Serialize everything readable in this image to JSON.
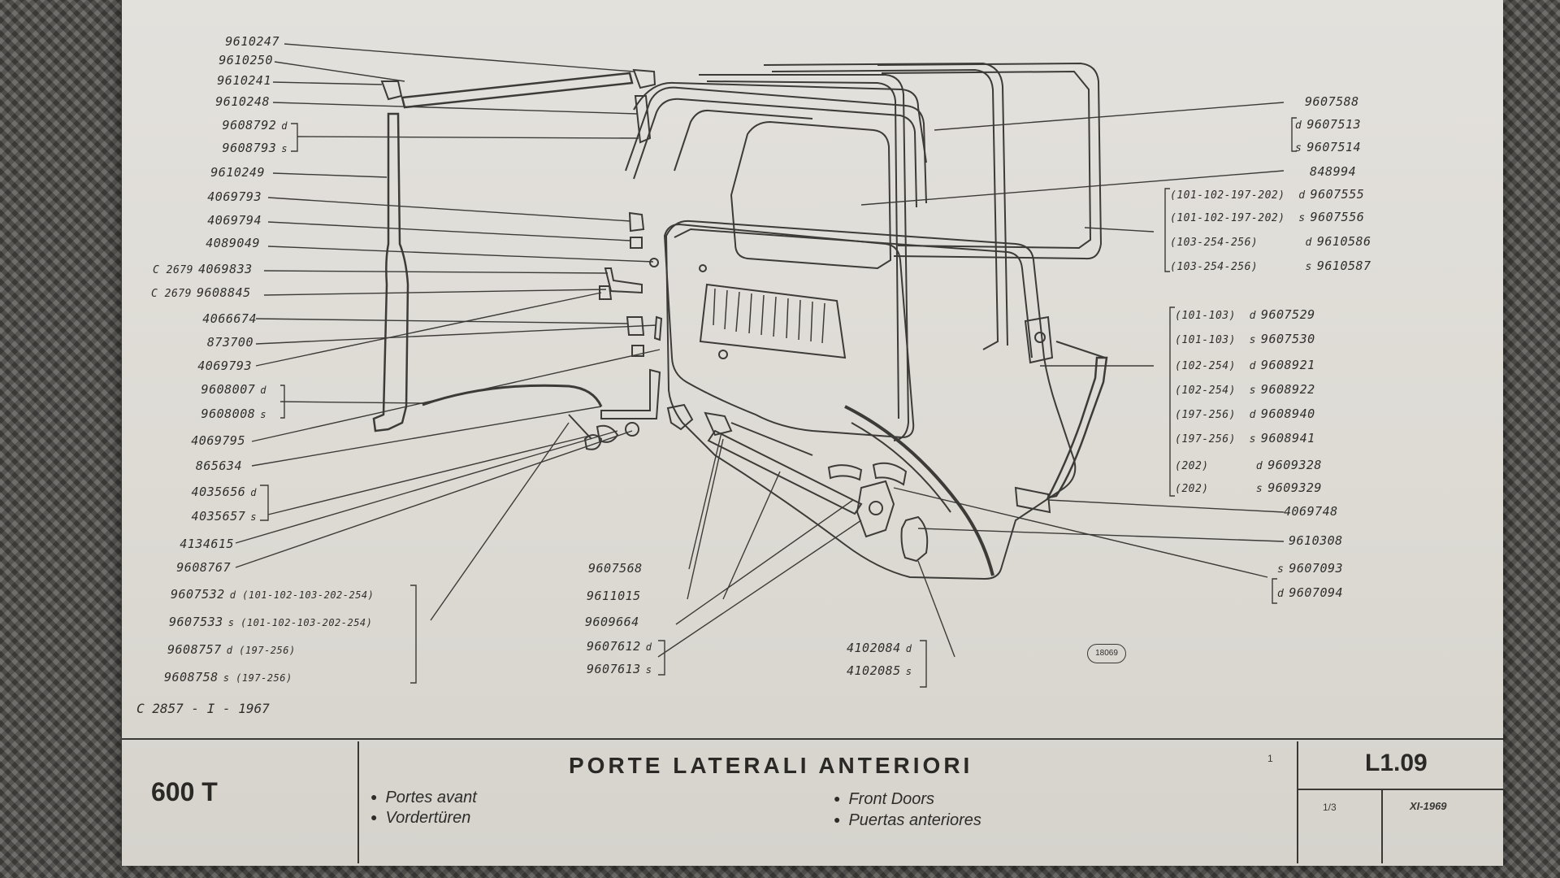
{
  "left_labels": [
    {
      "code": "9610247"
    },
    {
      "code": "9610250"
    },
    {
      "code": "9610241"
    },
    {
      "code": "9610248"
    },
    {
      "code": "9608792",
      "suffix": "d"
    },
    {
      "code": "9608793",
      "suffix": "s"
    },
    {
      "code": "9610249"
    },
    {
      "code": "4069793"
    },
    {
      "code": "4069794"
    },
    {
      "code": "4089049"
    },
    {
      "code": "4069833",
      "prefix": "C 2679"
    },
    {
      "code": "9608845",
      "prefix": "C 2679"
    },
    {
      "code": "4066674"
    },
    {
      "code": "873700"
    },
    {
      "code": "4069793"
    },
    {
      "code": "9608007",
      "suffix": "d"
    },
    {
      "code": "9608008",
      "suffix": "s"
    },
    {
      "code": "4069795"
    },
    {
      "code": "865634"
    },
    {
      "code": "4035656",
      "suffix": "d"
    },
    {
      "code": "4035657",
      "suffix": "s"
    },
    {
      "code": "4134615"
    },
    {
      "code": "9608767"
    },
    {
      "code": "9607532",
      "suffix": "d (101-102-103-202-254)"
    },
    {
      "code": "9607533",
      "suffix": "s (101-102-103-202-254)"
    },
    {
      "code": "9608757",
      "suffix": "d (197-256)"
    },
    {
      "code": "9608758",
      "suffix": "s (197-256)"
    }
  ],
  "right_labels": [
    {
      "code": "9607588"
    },
    {
      "code": "9607513",
      "prefix": "d"
    },
    {
      "code": "9607514",
      "prefix": "s"
    },
    {
      "code": "848994"
    },
    {
      "code": "9607555",
      "prefix": "(101-102-197-202)  d"
    },
    {
      "code": "9607556",
      "prefix": "(101-102-197-202)  s"
    },
    {
      "code": "9610586",
      "prefix": "(103-254-256)       d"
    },
    {
      "code": "9610587",
      "prefix": "(103-254-256)       s"
    },
    {
      "code": "9607529",
      "prefix": "(101-103)  d"
    },
    {
      "code": "9607530",
      "prefix": "(101-103)  s"
    },
    {
      "code": "9608921",
      "prefix": "(102-254)  d"
    },
    {
      "code": "9608922",
      "prefix": "(102-254)  s"
    },
    {
      "code": "9608940",
      "prefix": "(197-256)  d"
    },
    {
      "code": "9608941",
      "prefix": "(197-256)  s"
    },
    {
      "code": "9609328",
      "prefix": "(202)       d"
    },
    {
      "code": "9609329",
      "prefix": "(202)       s"
    },
    {
      "code": "4069748"
    },
    {
      "code": "9610308"
    },
    {
      "code": "9607093",
      "prefix": "s"
    },
    {
      "code": "9607094",
      "prefix": "d"
    }
  ],
  "center_labels": [
    {
      "code": "9607568"
    },
    {
      "code": "9611015"
    },
    {
      "code": "9609664"
    },
    {
      "code": "9607612",
      "suffix": "d"
    },
    {
      "code": "9607613",
      "suffix": "s"
    },
    {
      "code": "4102084",
      "suffix": "d"
    },
    {
      "code": "4102085",
      "suffix": "s"
    }
  ],
  "catalog_ref": "C 2857 - I - 1967",
  "figure_ref": "18069",
  "footer": {
    "model": "600 T",
    "title": "PORTE LATERALI ANTERIORI",
    "translations": [
      "Portes avant",
      "Vordertüren",
      "Front Doors",
      "Puertas anteriores"
    ],
    "mark": "1",
    "code": "L1.09",
    "sheet": "1/3",
    "date": "XI-1969"
  }
}
